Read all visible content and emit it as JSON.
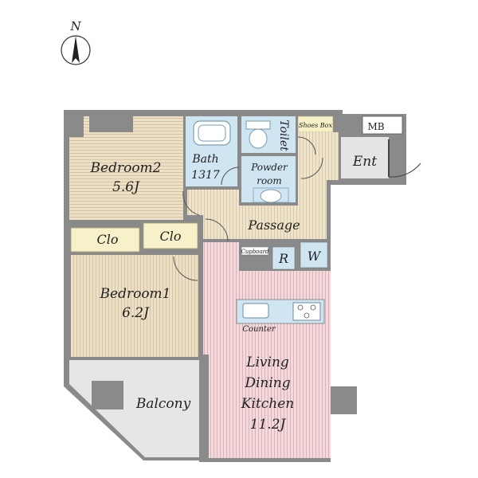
{
  "compass": {
    "label": "N"
  },
  "rooms": {
    "bedroom2": {
      "name": "Bedroom2",
      "size": "5.6J"
    },
    "bedroom1": {
      "name": "Bedroom1",
      "size": "6.2J"
    },
    "ldk": {
      "line1": "Living",
      "line2": "Dining",
      "line3": "Kitchen",
      "size": "11.2J"
    },
    "bath": {
      "name": "Bath",
      "size": "1317"
    },
    "toilet": {
      "name": "Toilet"
    },
    "powder": {
      "line1": "Powder",
      "line2": "room"
    },
    "shoes": {
      "name": "Shoes Box"
    },
    "mb": {
      "name": "MB"
    },
    "ent": {
      "name": "Ent"
    },
    "passage": {
      "name": "Passage"
    },
    "clo1": {
      "name": "Clo"
    },
    "clo2": {
      "name": "Clo"
    },
    "cupboard": {
      "name": "Cupboard"
    },
    "r": {
      "name": "R"
    },
    "w": {
      "name": "W"
    },
    "counter": {
      "name": "Counter"
    },
    "balcony": {
      "name": "Balcony"
    }
  },
  "colors": {
    "wall": "#8a8a8a",
    "bedroom_floor": "#e9dcc0",
    "ldk_floor": "#f1d6d8",
    "bath_floor": "#cfe5f2",
    "closet_floor": "#f6f1c8",
    "balcony_floor": "#e6e6e6"
  }
}
